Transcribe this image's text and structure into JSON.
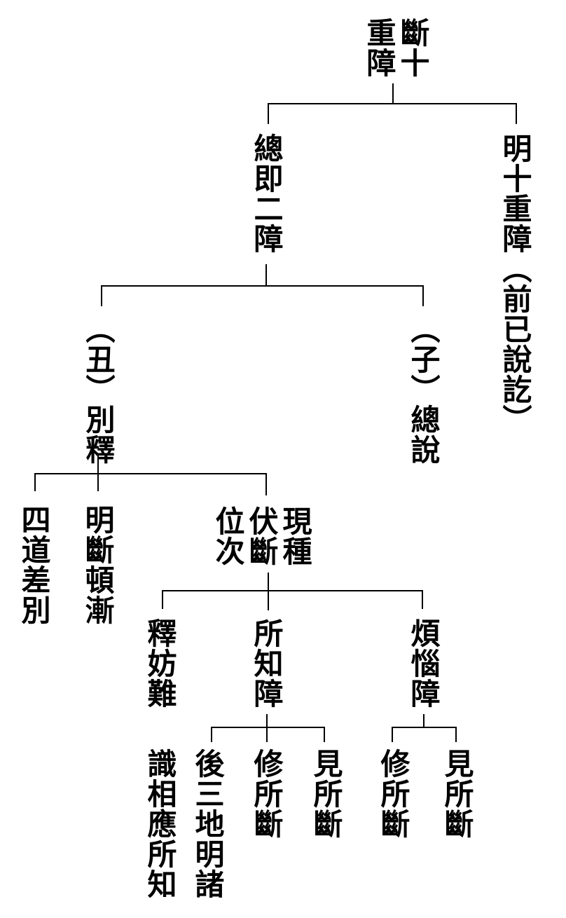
{
  "nodes": {
    "root": "斷十\n重障",
    "ming_shi_zhong_zhang": "明十重障（前已說訖）",
    "zong_ji_er_zhang": "總即二障",
    "chou_bie_shi": "（丑）別釋",
    "zi_zong_shuo": "（子）總說",
    "si_dao_cha_bie": "四道差別",
    "ming_duan_dun_jian": "明斷頓漸",
    "xian_zhong_fu_duan_wei_ci": "現種\n伏斷\n位次",
    "shi_fang_nan": "釋妨難",
    "suo_zhi_zhang": "所知障",
    "fan_nao_zhang": "煩惱障",
    "shi_xiang_ying_suo_zhi": "識相應所知",
    "hou_san_di_ming_zhu": "後三地明諸",
    "xiu_suo_duan_1": "修所斷",
    "jian_suo_duan_1": "見所斷",
    "xiu_suo_duan_2": "修所斷",
    "jian_suo_duan_2": "見所斷"
  }
}
